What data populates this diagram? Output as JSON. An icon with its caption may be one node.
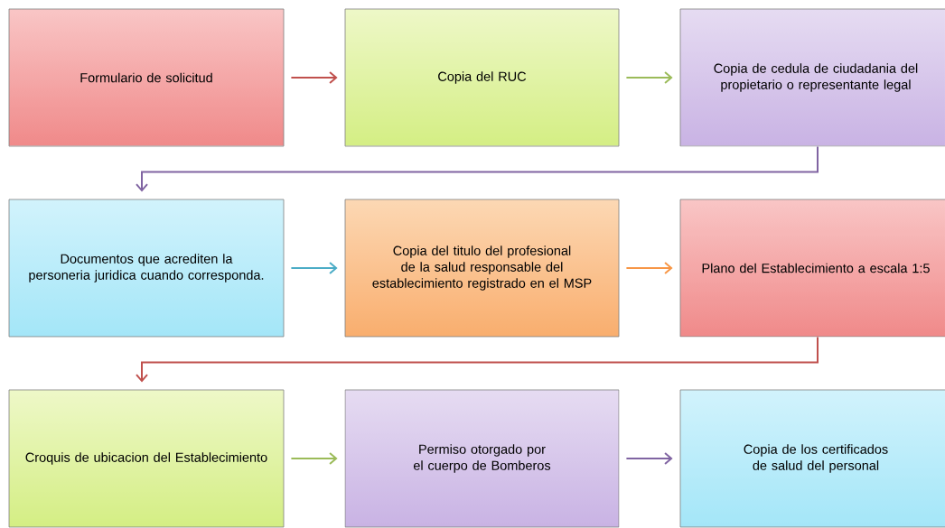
{
  "diagram": {
    "nodes": [
      {
        "text": [
          "Formulario de solicitud"
        ]
      },
      {
        "text": [
          "Copia del RUC"
        ]
      },
      {
        "text": [
          "Copia de cedula de ciudadania del propietario o representante legal"
        ]
      },
      {
        "text": [
          "Documentos que acrediten la personeria juridica cuando corresponda."
        ]
      },
      {
        "text": [
          "Copia del titulo del profesional de la salud responsable del establecimiento registrado en el MSP"
        ]
      },
      {
        "text": [
          "Plano del Establecimiento a escala 1:5"
        ]
      },
      {
        "text": [
          "Croquis de ubicacion del Establecimiento"
        ]
      },
      {
        "text": [
          "Permiso otorgado por el cuerpo de Bomberos"
        ]
      },
      {
        "text": [
          "Copia de los certificados de salud del personal"
        ]
      }
    ],
    "edges": [
      {
        "from": 0,
        "to": 1,
        "arrow": "to",
        "color": "#c0504d"
      },
      {
        "from": 1,
        "to": 2,
        "arrow": "to",
        "color": "#9bbb59"
      },
      {
        "from": 2,
        "to": 3,
        "arrow": "to",
        "color": "#8064a2"
      },
      {
        "from": 3,
        "to": 4,
        "arrow": "to",
        "color": "#4bacc6"
      },
      {
        "from": 4,
        "to": 5,
        "arrow": "to",
        "color": "#f79646"
      },
      {
        "from": 5,
        "to": 6,
        "arrow": "to",
        "color": "#c0504d"
      },
      {
        "from": 6,
        "to": 7,
        "arrow": "to",
        "color": "#9bbb59"
      },
      {
        "from": 7,
        "to": 8,
        "arrow": "to",
        "color": "#8064a2"
      }
    ]
  }
}
